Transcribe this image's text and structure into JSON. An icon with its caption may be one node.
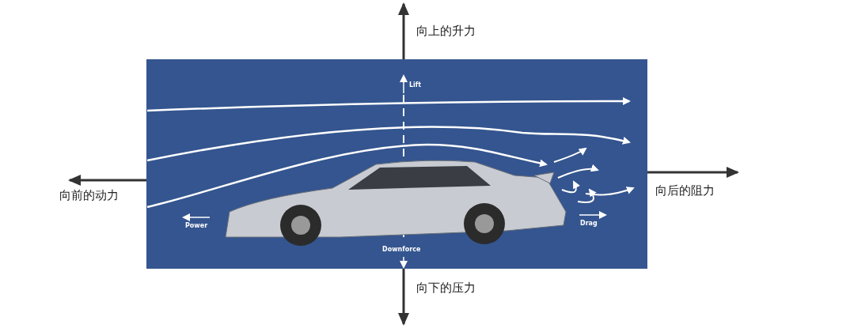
{
  "diagram": {
    "labels": [
      "向上的升力",
      "Lift",
      "向前的动力",
      "向后的阻力",
      "Power",
      "Drag",
      "Downforce",
      "向下的压力"
    ]
  }
}
